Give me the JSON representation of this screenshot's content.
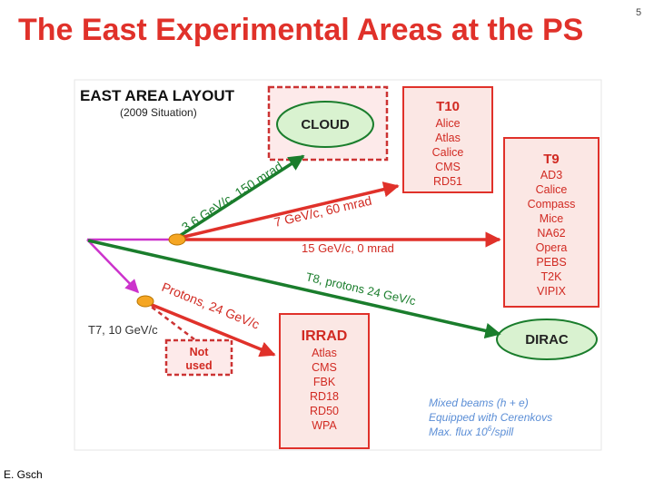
{
  "slide": {
    "title": "The East Experimental Areas at the PS",
    "page_number": "5",
    "author": "E. Gsch"
  },
  "diagram": {
    "layout_title": "EAST AREA LAYOUT",
    "layout_subtitle": "(2009 Situation)",
    "boxes": {
      "cloud": {
        "label": "CLOUD"
      },
      "t10": {
        "title": "T10",
        "experiments": [
          "Alice",
          "Atlas",
          "Calice",
          "CMS",
          "RD51"
        ]
      },
      "t9": {
        "title": "T9",
        "experiments": [
          "AD3",
          "Calice",
          "Compass",
          "Mice",
          "NA62",
          "Opera",
          "PEBS",
          "T2K",
          "VIPIX"
        ]
      },
      "irrad": {
        "title": "IRRAD",
        "experiments": [
          "Atlas",
          "CMS",
          "FBK",
          "RD18",
          "RD50",
          "WPA"
        ]
      },
      "dirac": {
        "label": "DIRAC"
      },
      "not_used": {
        "line1": "Not",
        "line2": "used"
      }
    },
    "beams": {
      "cloud_beam": "3.6 GeV/c, 150 mrad",
      "t10_beam": "7 GeV/c, 60 mrad",
      "t9_beam": "15 GeV/c, 0 mrad",
      "t8_beam": "T8, protons 24 GeV/c",
      "irrad_beam": "Protons, 24 GeV/c",
      "t7_beam": "T7, 10 GeV/c"
    },
    "notes": {
      "line1": "Mixed beams (h + e)",
      "line2": "Equipped with Cerenkovs",
      "line3_prefix": "Max. flux 10",
      "line3_sup": "6",
      "line3_suffix": "/spill"
    },
    "colors": {
      "title_red": "#e0312a",
      "beam_red": "#e0312a",
      "beam_green": "#1a7d2c",
      "beam_magenta": "#cc33cc",
      "box_fill": "#fbe7e4",
      "green_fill": "#d9f2d0",
      "target_orange": "#f5a623",
      "note_blue": "#5b8ed6"
    }
  }
}
